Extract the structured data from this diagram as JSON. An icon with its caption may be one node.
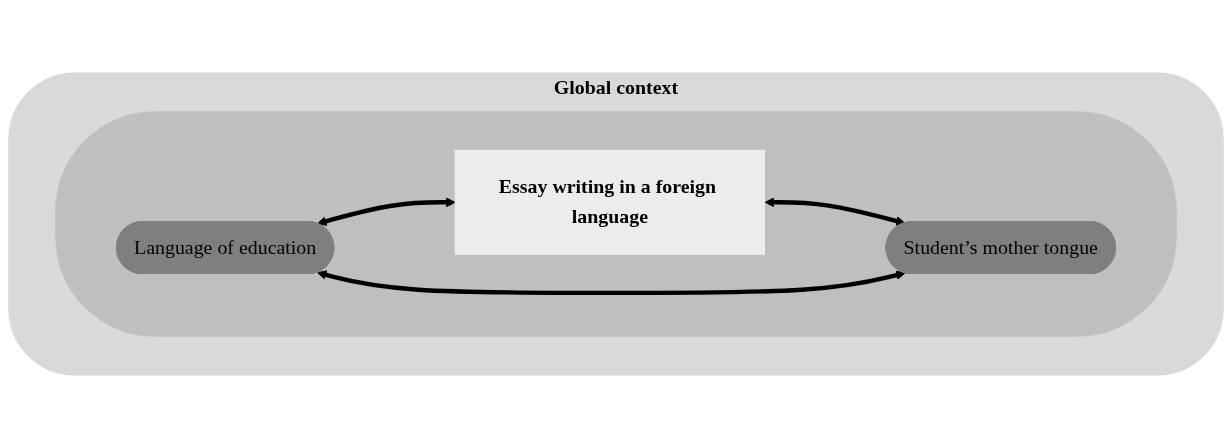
{
  "diagram": {
    "nodes": [
      {
        "text": [
          "Global context"
        ]
      },
      {
        "text": [],
        "shape": "ellipse",
        "in": 0
      },
      {
        "text": [
          "Essay writing in a foreign language"
        ],
        "in": 1
      },
      {
        "text": [
          "Language of education"
        ],
        "in": 1
      },
      {
        "text": [
          "Student’s mother tongue"
        ],
        "in": 1
      }
    ],
    "edges": [
      {
        "from": 3,
        "to": 2,
        "arrow": "both"
      },
      {
        "from": 2,
        "to": 4,
        "arrow": "both"
      },
      {
        "from": 3,
        "to": 4,
        "arrow": "both"
      }
    ]
  }
}
